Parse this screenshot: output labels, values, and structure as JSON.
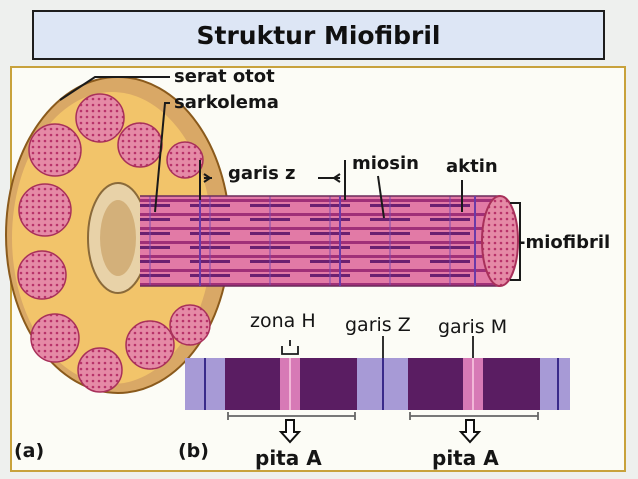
{
  "title": "Struktur Miofibril",
  "labels": {
    "serat_otot": "serat otot",
    "sarkolema": "sarkolema",
    "garis_z_top": "garis z",
    "miosin": "miosin",
    "aktin": "aktin",
    "miofibril": "-miofibril",
    "zona_h": "zona H",
    "garis_z_bottom": "garis Z",
    "garis_m": "garis M",
    "pita_a_left": "pita A",
    "pita_a_right": "pita A",
    "panel_a": "(a)",
    "panel_b": "(b)"
  },
  "colors": {
    "title_bg": "#dde6f5",
    "frame_border": "#c8a23c",
    "fiber_pink": "#d45a8c",
    "myosin_dark": "#5a1d62",
    "i_band": "#a79ad6",
    "h_zone": "#d77ab6",
    "sheath": "#d9a866"
  }
}
